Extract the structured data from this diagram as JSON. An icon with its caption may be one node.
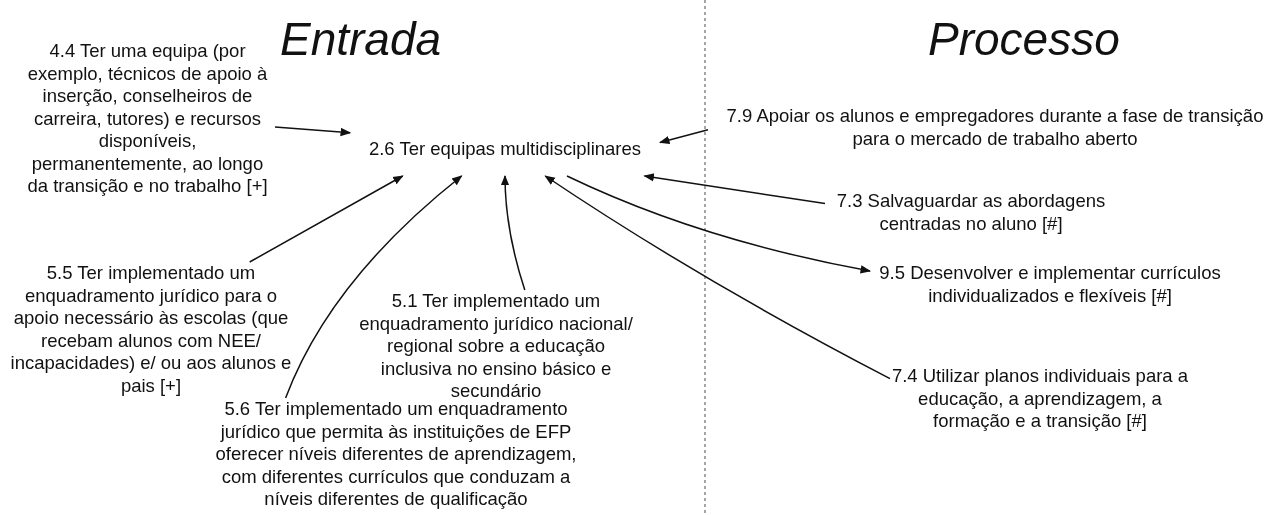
{
  "diagram": {
    "nodes": [
      {
        "text": [
          "2.6 Ter equipas multidisciplinares"
        ]
      },
      {
        "text": [
          "4.4 Ter uma equipa (por exemplo, técnicos de apoio à inserção, conselheiros de carreira, tutores) e recursos disponíveis, permanentemente, ao longo da transição e no trabalho [+]"
        ]
      },
      {
        "text": [
          "5.5 Ter implementado um enquadramento jurídico para o apoio necessário às escolas (que recebam alunos com NEE/ incapacidades) e/ ou aos alunos e pais [+]"
        ]
      },
      {
        "text": [
          "5.1 Ter implementado um enquadramento jurídico nacional/ regional sobre a educação inclusiva no ensino básico e secundário"
        ]
      },
      {
        "text": [
          "5.6 Ter implementado um enquadramento jurídico que permita às instituições de EFP oferecer níveis diferentes de aprendizagem, com diferentes currículos que conduzam a níveis diferentes de qualificação"
        ]
      },
      {
        "text": [
          "7.9 Apoiar os alunos e empregadores durante a fase de transição para o mercado de trabalho aberto"
        ]
      },
      {
        "text": [
          "7.3 Salvaguardar as abordagens centradas no aluno [#]"
        ]
      },
      {
        "text": [
          "9.5 Desenvolver e implementar currículos individualizados e flexíveis [#]"
        ]
      },
      {
        "text": [
          "7.4 Utilizar planos individuais para a educação, a aprendizagem, a formação e a transição [#]"
        ]
      }
    ],
    "edges": [
      {
        "from": 1,
        "to": 0,
        "arrow": "to"
      },
      {
        "from": 2,
        "to": 0,
        "arrow": "to"
      },
      {
        "from": 4,
        "to": 0,
        "arrow": "to"
      },
      {
        "from": 3,
        "to": 0,
        "arrow": "to"
      },
      {
        "from": 5,
        "to": 0,
        "arrow": "to"
      },
      {
        "from": 6,
        "to": 0,
        "arrow": "to"
      },
      {
        "from": 0,
        "to": 7,
        "arrow": "to"
      },
      {
        "from": 8,
        "to": 0,
        "arrow": "to"
      }
    ],
    "labels": [
      "Entrada",
      "Processo"
    ]
  }
}
